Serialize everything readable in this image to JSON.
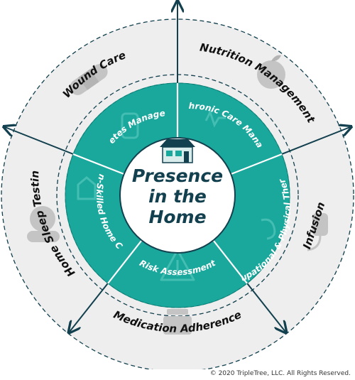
{
  "center": {
    "lines": [
      "Presence",
      "in the",
      "Home"
    ]
  },
  "inner_ring": [
    {
      "label": "Diabetes Management"
    },
    {
      "label": "RPM & Chronic Care Management"
    },
    {
      "label": "Occupational & Physical Therapy"
    },
    {
      "label": "Risk Assessment"
    },
    {
      "label": "Non-Skilled Home Care"
    }
  ],
  "outer_ring": [
    {
      "label": "Wound Care"
    },
    {
      "label": "Nutrition Management"
    },
    {
      "label": "Infusion"
    },
    {
      "label": "Medication Adherence"
    },
    {
      "label": "Home Sleep Testing"
    }
  ],
  "colors": {
    "teal": "#1aa79c",
    "teal_border": "#0f8a80",
    "navy": "#12404e",
    "outer_fill": "#eeeeee",
    "icon_gray": "#c4c4c4"
  },
  "icons": [
    "house-icon",
    "bandage-icon",
    "apple-icon",
    "iv-bag-icon",
    "pill-bottle-icon",
    "sleep-icon",
    "glucose-icon",
    "heart-monitor-icon",
    "therapy-icon",
    "warning-icon",
    "caregiver-icon"
  ],
  "copyright": "© 2020 TripleTree, LLC. All Rights Reserved."
}
